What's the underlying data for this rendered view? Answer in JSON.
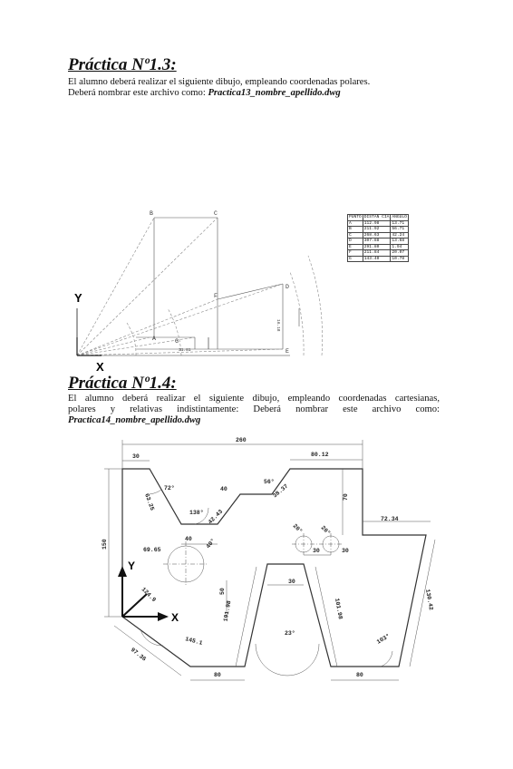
{
  "practica13": {
    "title": "Práctica Nº1.3:",
    "line1": "El alumno deberá realizar el siguiente dibujo, empleando coordenadas polares.",
    "line2_prefix": "Deberá nombrar este archivo como: ",
    "filename": "Practica13_nombre_apellido.dwg",
    "points": {
      "B": "B",
      "C": "C",
      "D": "D",
      "E": "E",
      "F": "F",
      "G": "G",
      "A": "A"
    },
    "axes": {
      "y": "Y",
      "x": "X"
    },
    "table": {
      "headers": [
        "PUNTO",
        "DISTAN CIA",
        "ANGULO"
      ],
      "rows": [
        [
          "A",
          "112.98",
          "13.71"
        ],
        [
          "B",
          "211.92",
          "56.71"
        ],
        [
          "C",
          "268.63",
          "42.24"
        ],
        [
          "D",
          "307.88",
          "13.68"
        ],
        [
          "E",
          "291.80",
          "1.94"
        ],
        [
          "F",
          "211.84",
          "20.07"
        ],
        [
          "G",
          "143.40",
          "10.78"
        ]
      ]
    },
    "dims": {
      "g_dim": "31.81",
      "e_side": "16.18"
    }
  },
  "practica14": {
    "title": "Práctica Nº1.4:",
    "line1": "El alumno deberá realizar el siguiente dibujo, empleando coordenadas cartesianas,",
    "line2": "polares y relativas indistintamente: Deberá nombrar este archivo como:",
    "filename": "Practica14_nombre_apellido.dwg",
    "axes": {
      "y": "Y",
      "x": "X"
    },
    "dims": {
      "d260": "260",
      "d30_top": "30",
      "d80_12": "80.12",
      "d72deg": "72°",
      "d63_25": "63.25",
      "d138deg": "138°",
      "d40_top": "40",
      "d56deg": "56°",
      "d38_37": "38.37",
      "d42_43": "42.43",
      "d70": "70",
      "d40_left": "40",
      "d40deg": "40°",
      "d69_65": "69.65",
      "d20deg_a": "20°",
      "d20deg_b": "20°",
      "d72_34": "72.34",
      "d30_a": "30",
      "d30_b": "30",
      "d150": "150",
      "d30_mid": "30",
      "d50": "50",
      "d124": "124.9",
      "d101_98": "101.98",
      "d101_98b": "101.98",
      "d130_42": "130.42",
      "d23deg": "23°",
      "d145": "145.1",
      "d103deg": "103°",
      "d97_36": "97.36",
      "d80_left": "80",
      "d80_right": "80"
    }
  }
}
